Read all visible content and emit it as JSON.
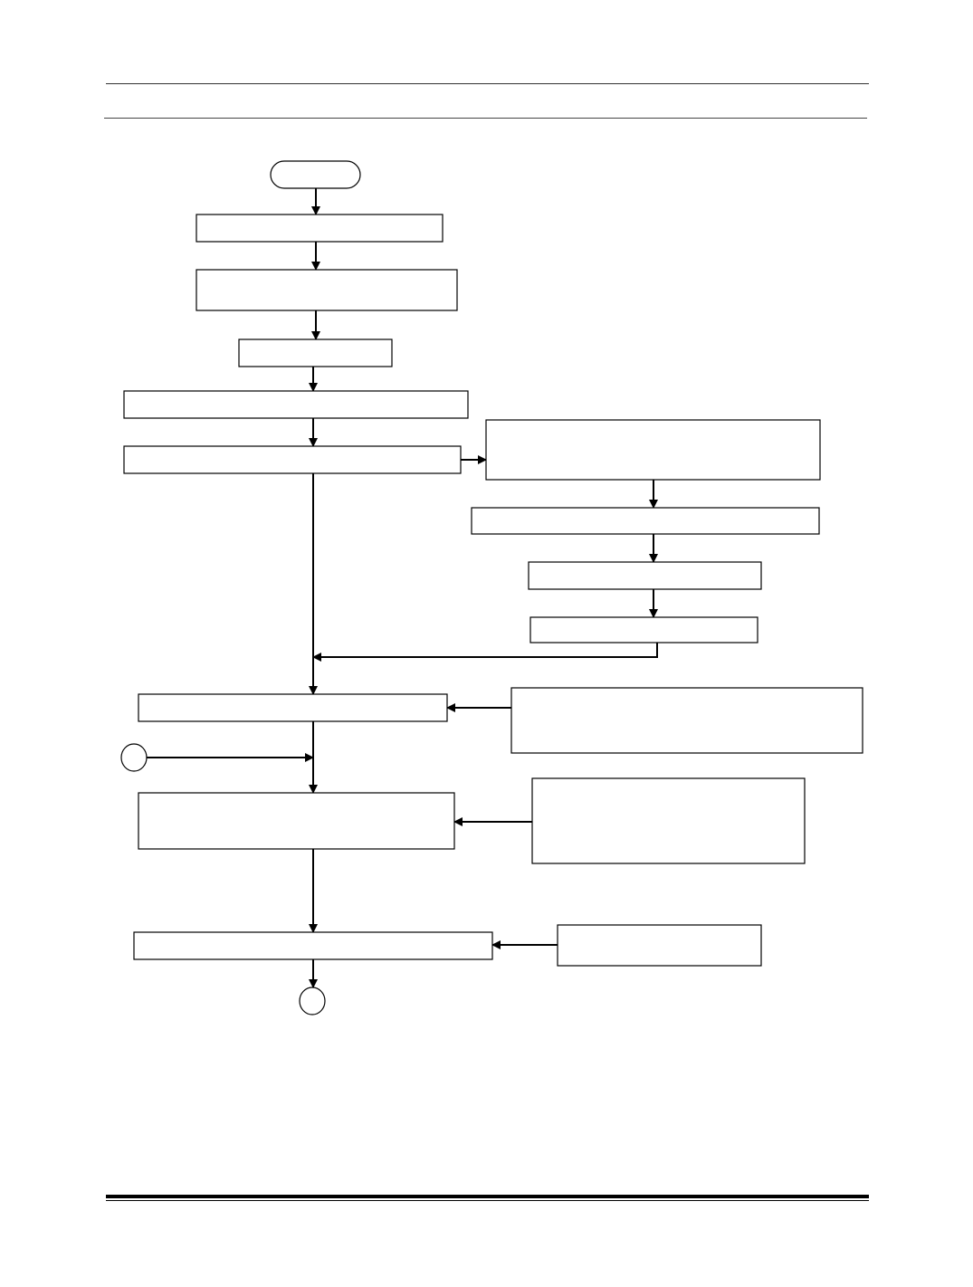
{
  "diagram": {
    "nodes": [
      {
        "id": "start",
        "shape": "terminator",
        "label": ""
      },
      {
        "id": "box-1",
        "shape": "process",
        "label": ""
      },
      {
        "id": "box-2",
        "shape": "process",
        "label": ""
      },
      {
        "id": "box-3",
        "shape": "process",
        "label": ""
      },
      {
        "id": "box-4",
        "shape": "process",
        "label": ""
      },
      {
        "id": "box-5",
        "shape": "process",
        "label": ""
      },
      {
        "id": "box-6",
        "shape": "process",
        "label": ""
      },
      {
        "id": "box-7",
        "shape": "process",
        "label": ""
      },
      {
        "id": "box-8",
        "shape": "process",
        "label": ""
      },
      {
        "id": "box-9",
        "shape": "process",
        "label": ""
      },
      {
        "id": "box-10",
        "shape": "process",
        "label": ""
      },
      {
        "id": "box-11",
        "shape": "process",
        "label": ""
      },
      {
        "id": "box-12",
        "shape": "process",
        "label": ""
      },
      {
        "id": "box-13",
        "shape": "process",
        "label": ""
      },
      {
        "id": "box-14",
        "shape": "process",
        "label": ""
      },
      {
        "id": "box-15",
        "shape": "process",
        "label": ""
      },
      {
        "id": "connector-in",
        "shape": "connector",
        "label": ""
      },
      {
        "id": "connector-out",
        "shape": "connector",
        "label": ""
      }
    ],
    "edges": [
      {
        "from": "start",
        "to": "box-1"
      },
      {
        "from": "box-1",
        "to": "box-2"
      },
      {
        "from": "box-2",
        "to": "box-3"
      },
      {
        "from": "box-3",
        "to": "box-4"
      },
      {
        "from": "box-4",
        "to": "box-5"
      },
      {
        "from": "box-5",
        "to": "box-6"
      },
      {
        "from": "box-6",
        "to": "box-7"
      },
      {
        "from": "box-7",
        "to": "box-8"
      },
      {
        "from": "box-8",
        "to": "box-9"
      },
      {
        "from": "box-9",
        "to": "box-10"
      },
      {
        "from": "box-5",
        "to": "box-10"
      },
      {
        "from": "box-11",
        "to": "box-10"
      },
      {
        "from": "box-10",
        "to": "box-12"
      },
      {
        "from": "connector-in",
        "to": "box-12"
      },
      {
        "from": "box-13",
        "to": "box-12"
      },
      {
        "from": "box-12",
        "to": "box-14"
      },
      {
        "from": "box-15",
        "to": "box-14"
      },
      {
        "from": "box-14",
        "to": "connector-out"
      }
    ]
  },
  "colors": {
    "stroke": "#000000",
    "fill": "#ffffff"
  }
}
